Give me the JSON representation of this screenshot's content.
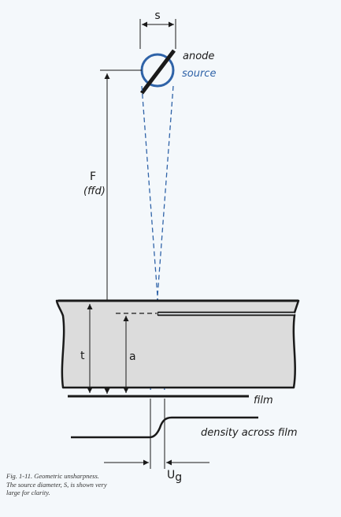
{
  "labels": {
    "s": "s",
    "anode": "anode",
    "source": "source",
    "F": "F",
    "ffd": "(ffd)",
    "t": "t",
    "a": "a",
    "film": "film",
    "density": "density across film",
    "U": "U",
    "U_sub": "g"
  },
  "caption": {
    "line1": "Fig. 1-11. Geometric unsharpness.",
    "line2": "The source diameter, S, is shown very",
    "line3": "large for clarity."
  },
  "colors": {
    "background": "#f4f8fb",
    "ink": "#1a1a1a",
    "source_blue": "#2f63a8",
    "object_fill": "#dcdcdc"
  }
}
